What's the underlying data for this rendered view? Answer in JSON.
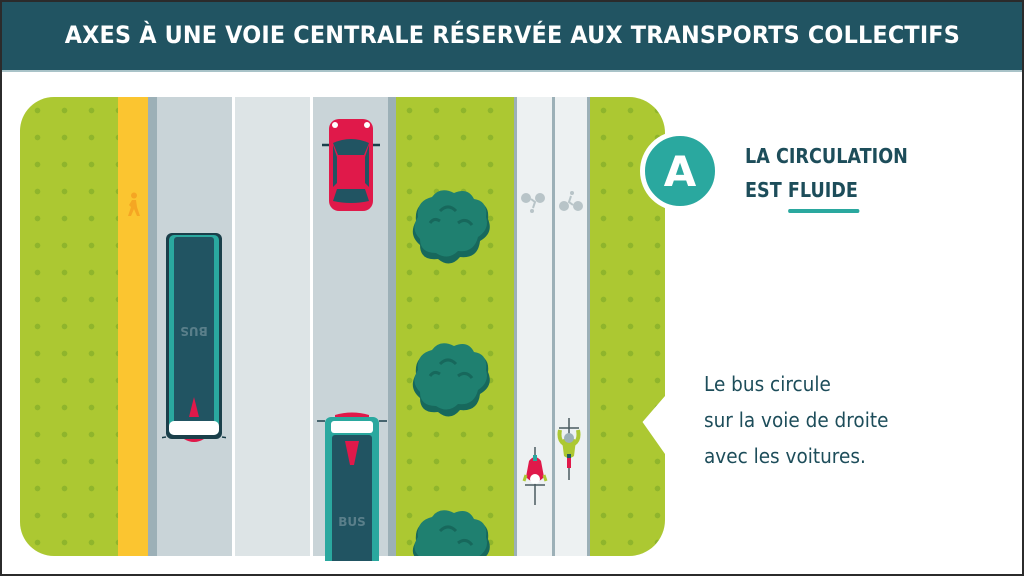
{
  "header": {
    "title": "AXES À UNE VOIE CENTRALE RÉSERVÉE AUX TRANSPORTS COLLECTIFS"
  },
  "panel": {
    "badge_letter": "A",
    "heading_line1": "LA CIRCULATION",
    "heading_line2_prefix": "EST ",
    "heading_line2_highlight": "FLUIDE",
    "description_lines": [
      "Le bus circule",
      "sur la voie de droite",
      "avec les voitures."
    ]
  },
  "scene": {
    "bus_label": "BUS",
    "icons": [
      "pedestrian-icon",
      "bus-icon",
      "car-icon",
      "tree-icon",
      "bicycle-icon",
      "cyclist-icon"
    ]
  },
  "colors": {
    "header_bg": "#215462",
    "accent_teal": "#2aa89f",
    "text_dark": "#1d4d5a",
    "grass": "#acc832",
    "sidewalk_yellow": "#fbc530",
    "road": "#c9d4d8",
    "bus_body": "#215462",
    "car_red": "#e0194a",
    "tree": "#1f7a6c"
  }
}
